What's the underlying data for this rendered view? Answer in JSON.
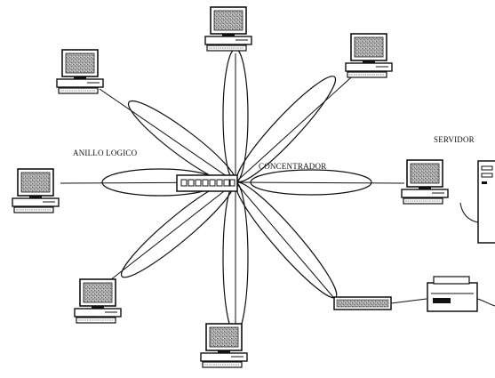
{
  "diagram": {
    "labels": {
      "logical_ring": "ANILLO LOGICO",
      "concentrator": "CONCENTRADOR",
      "server": "SERVIDOR"
    },
    "nodes": [
      {
        "id": "pc-top",
        "kind": "computer"
      },
      {
        "id": "pc-top-left",
        "kind": "computer"
      },
      {
        "id": "pc-top-right",
        "kind": "computer"
      },
      {
        "id": "pc-left",
        "kind": "computer"
      },
      {
        "id": "pc-right",
        "kind": "computer"
      },
      {
        "id": "pc-bottom-left",
        "kind": "computer"
      },
      {
        "id": "pc-bottom",
        "kind": "computer"
      },
      {
        "id": "server",
        "kind": "server-tower"
      },
      {
        "id": "modem",
        "kind": "keyboard-modem"
      },
      {
        "id": "printer",
        "kind": "printer"
      },
      {
        "id": "concentrator",
        "kind": "hub"
      }
    ],
    "colors": {
      "ink": "#111111",
      "screen": "#9a9a9a",
      "background": "#ffffff"
    },
    "icons": [
      "computer-icon",
      "server-icon",
      "printer-icon",
      "hub-icon",
      "modem-icon"
    ]
  }
}
